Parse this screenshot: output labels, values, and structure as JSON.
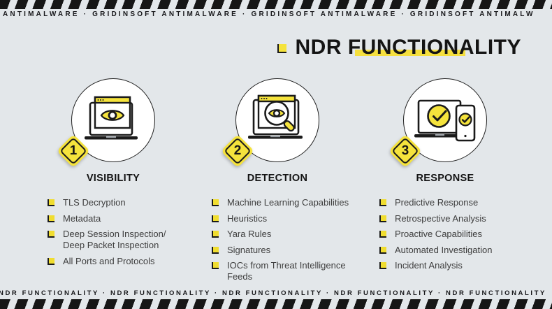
{
  "colors": {
    "background": "#e3e7ea",
    "yellow": "#f5e33c",
    "ink": "#1a1a1a",
    "body_text": "#3e3e3e"
  },
  "top_banner": {
    "text": "ANTIMALWARE · GRIDINSOFT ANTIMALWARE · GRIDINSOFT ANTIMALWARE · GRIDINSOFT ANTIMALW"
  },
  "title": {
    "text": "NDR FUNCTIONALITY"
  },
  "columns": [
    {
      "number": "1",
      "label": "VISIBILITY",
      "icon": "browser-eye-icon",
      "items": [
        "TLS Decryption",
        "Metadata",
        "Deep Session Inspection/\nDeep Packet Inspection",
        "All Ports and Protocols"
      ]
    },
    {
      "number": "2",
      "label": "DETECTION",
      "icon": "browser-magnifier-eye-icon",
      "items": [
        "Machine Learning Capabilities",
        "Heuristics",
        "Yara Rules",
        "Signatures",
        "IOCs from Threat Intelligence\nFeeds"
      ]
    },
    {
      "number": "3",
      "label": "RESPONSE",
      "icon": "laptop-phone-check-icon",
      "items": [
        "Predictive Response",
        "Retrospective Analysis",
        "Proactive Capabilities",
        "Automated Investigation",
        "Incident Analysis"
      ]
    }
  ],
  "bottom_banner": {
    "text": "NDR FUNCTIONALITY · NDR FUNCTIONALITY · NDR FUNCTIONALITY · NDR FUNCTIONALITY · NDR FUNCTIONALITY"
  }
}
